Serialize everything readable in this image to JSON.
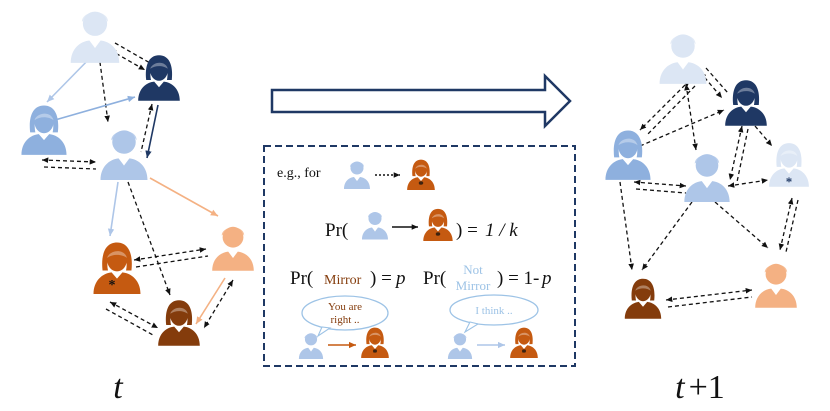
{
  "labels": {
    "time_t": "t",
    "time_t1_t": "t",
    "time_t1_rest": "+1"
  },
  "legend": {
    "eg_text": "e.g., for",
    "prob_prefix": "Pr(",
    "prob_suffix": ") = ",
    "prob_value": "1 / k",
    "mirror_open": "Pr(",
    "mirror_word": "Mirror",
    "mirror_close": ") = ",
    "mirror_p": "p",
    "notmirror_open": "Pr(",
    "notmirror_word_1": "Not",
    "notmirror_word_2": "Mirror",
    "notmirror_close": ") = 1-",
    "notmirror_p": "p",
    "bubble_mirror_1": "You are",
    "bubble_mirror_2": "right ..",
    "bubble_notmirror": "I think ..",
    "star": "*"
  },
  "colors": {
    "pale_blue": "#dce6f4",
    "light_blue": "#aec6e8",
    "mid_blue": "#8eb0de",
    "navy": "#1f3864",
    "orange": "#c55a11",
    "light_orange": "#f4b183",
    "dark_brown": "#843c0c",
    "dashed_box": "#1f3864",
    "mirror_text": "#843c0c",
    "notmirror_text": "#9dc3e6"
  }
}
